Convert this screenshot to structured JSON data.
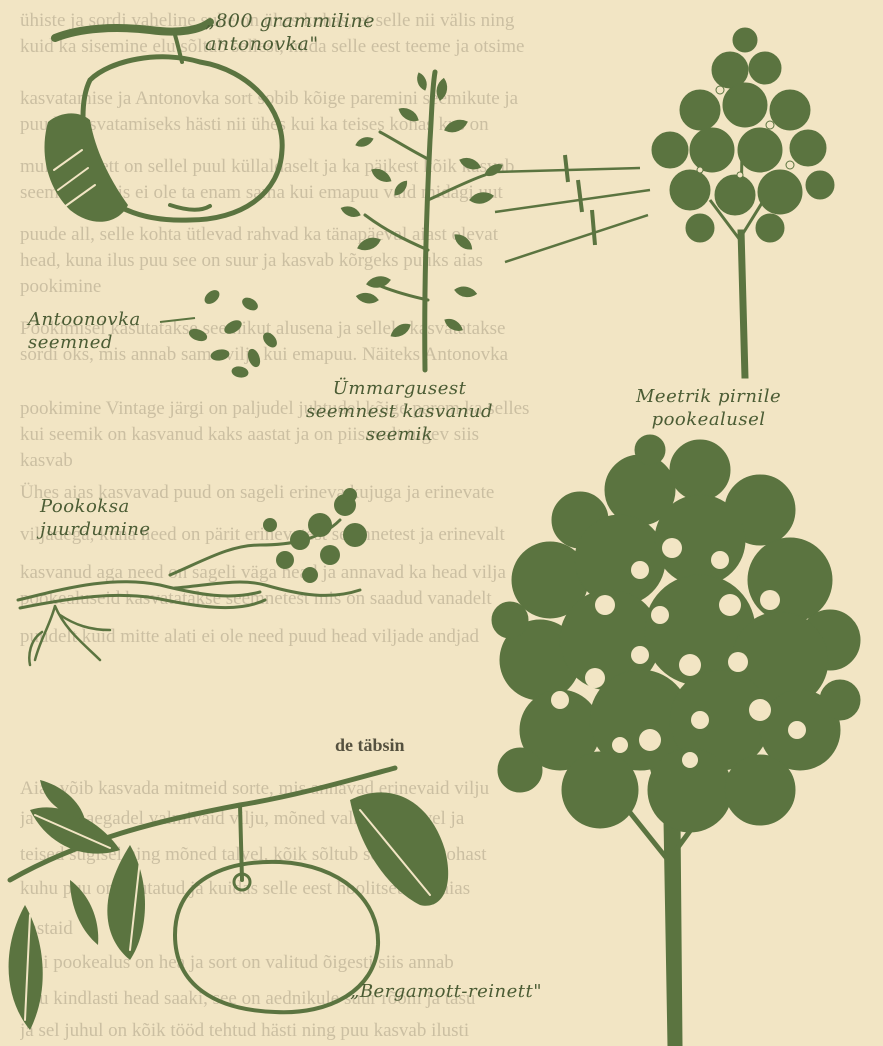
{
  "background_text": [
    "ühiste ja sordi vaheline suhe on ühes kohas, et selle nii välis ning",
    "kuid ka sisemine elu sõltub sellest, mida selle eest teeme ja otsime",
    "kasvatamise ja Antonovka sort sobib kõige paremini seemikute ja",
    "puude kasvatamiseks hästi nii ühes kui ka teises kohas kus on",
    "mulda ja vett on sellel puul küllaldaselt ja ka päikest kõik kasvab",
    "seemikuks siis ei ole ta enam sama kui emapuu vaid midagi uut",
    "puude all, selle kohta ütlevad rahvad ka tänapäeval aiast olevat",
    "head, kuna ilus puu see on suur ja kasvab kõrgeks puuks aias",
    "pookimine",
    "Pookimisel kasutatakse seemikut alusena ja sellele kasvatatakse",
    "sordi oks, mis annab sama vilja kui emapuu. Näiteks Antonovka",
    "pookimine Vintage järgi on paljudel juhtudel kõige parem ka selles",
    "kui seemik on kasvanud kaks aastat ja on piisavalt tugev siis",
    "kasvab",
    "Ühes aias kasvavad puud on sageli erineva kujuga ja erinevate",
    "viljadega, kuna need on pärit erinevatest seemnetest ja erinevalt",
    "kasvanud aga need on sageli väga head ja annavad ka head vilja",
    "pookealuseid kasvatatakse seemnetest mis on saadud vanadelt",
    "puudelt kuid mitte alati ei ole need puud head viljade andjad"
  ],
  "heading_partial": "de täbsin",
  "background_text_lower": [
    "Aias võib kasvada mitmeid sorte, mis annavad erinevaid vilju",
    "ja ka eri aegadel valmivaid vilju, mõned valmivad suvel ja",
    "teised sügisel ning mõned talvel, kõik sõltub sordist ja kohast",
    "kuhu puu on istutatud ja kuidas selle eest hoolitsetakse aias",
    "aastaid",
    "Kui pookealus on hea ja sort on valitud õigesti siis annab",
    "puu kindlasti head saaki, see on aednikule suur rõõm ja tasu",
    "ja sel juhul on kõik tööd tehtud hästi ning puu kasvab ilusti"
  ],
  "captions": {
    "apple_title": "„800 grammiline\nantonovka\"",
    "seeds": "Antoonovka\nseemned",
    "seedling": "Ümmargusest\nseemnest kasvanud\nseemik",
    "graft": "Meetrik pirnile\npookealusel",
    "root": "Pookoksa\njuurdumine",
    "bergamot": "„Bergamott-reinett\""
  },
  "colors": {
    "ink": "#5b7440",
    "paper": "#f2e5c4",
    "faint_text": "#cbbfa2"
  }
}
